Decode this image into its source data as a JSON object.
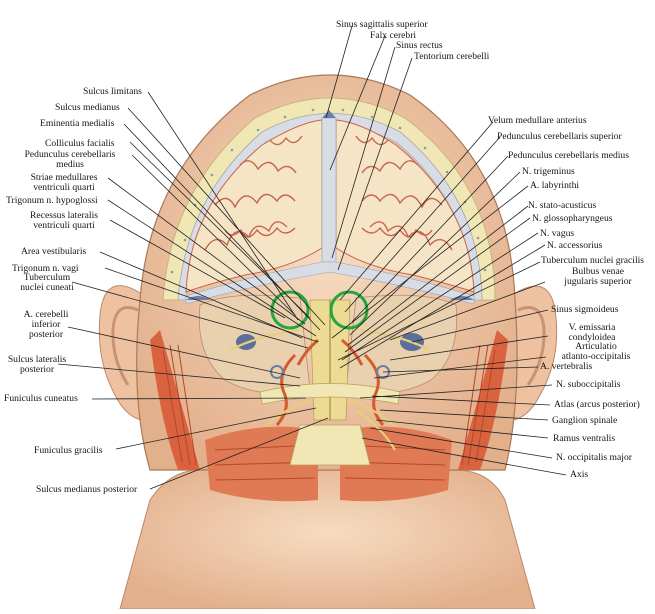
{
  "colors": {
    "skin": "#f2d3b4",
    "skin_shade": "#e6b48d",
    "bone": "#f1e7b5",
    "bone_dot": "#8a9aa8",
    "brain": "#f6e4c7",
    "gyrus_line": "#c7654e",
    "dura": "#d8dce4",
    "muscle": "#d9633f",
    "muscle_dark": "#b8452a",
    "artery": "#d55a2e",
    "nerve": "#eedb93",
    "vein": "#6a7ea8",
    "marker": "#22a83a",
    "leader": "#222222"
  },
  "markers": [
    {
      "name": "marker-circle-left"
    },
    {
      "name": "marker-circle-right"
    }
  ],
  "labels": {
    "sinus_sagittalis_superior": "Sinus sagittalis superior",
    "falx_cerebri": "Falx cerebri",
    "sinus_rectus": "Sinus rectus",
    "tentorium_cerebelli": "Tentorium cerebelli",
    "sulcus_limitans": "Sulcus limitans",
    "sulcus_medianus": "Sulcus medianus",
    "eminentia_medialis": "Eminentia medialis",
    "colliculus_facialis": "Colliculus facialis",
    "pedunculus_cerebellaris_medius_1": "Pedunculus cerebellaris",
    "pedunculus_cerebellaris_medius_2": "medius",
    "striae_medullares_1": "Striae medullares",
    "striae_medullares_2": "ventriculi quarti",
    "trigonum_n_hypoglossi": "Trigonum n. hypoglossi",
    "recessus_lateralis_1": "Recessus lateralis",
    "recessus_lateralis_2": "ventriculi quarti",
    "area_vestibularis": "Area vestibularis",
    "trigonum_n_vagi": "Trigonum n. vagi",
    "tuberculum_nuclei_cuneati_1": "Tuberculum",
    "tuberculum_nuclei_cuneati_2": "nuclei cuneati",
    "a_cerebelli_1": "A. cerebelli",
    "a_cerebelli_2": "inferior",
    "a_cerebelli_3": "posterior",
    "sulcus_lateralis_posterior_1": "Sulcus lateralis",
    "sulcus_lateralis_posterior_2": "posterior",
    "funiculus_cuneatus": "Funiculus cuneatus",
    "funiculus_gracilis": "Funiculus gracilis",
    "sulcus_medianus_posterior": "Sulcus medianus posterior",
    "velum_medullare_anterius": "Velum medullare anterius",
    "pedunculus_cerebellaris_superior": "Pedunculus cerebellaris superior",
    "pedunculus_cerebellaris_medius": "Pedunculus cerebellaris medius",
    "n_trigeminus": "N. trigeminus",
    "a_labyrinthi": "A. labyrinthi",
    "n_stato_acusticus": "N. stato-acusticus",
    "n_glossopharyngeus": "N. glossopharyngeus",
    "n_vagus": "N. vagus",
    "n_accessorius": "N. accessorius",
    "tuberculum_nuclei_gracilis": "Tuberculum nuclei gracilis",
    "bulbus_venae_1": "Bulbus venae",
    "bulbus_venae_2": "jugularis superior",
    "sinus_sigmoideus": "Sinus sigmoideus",
    "v_emissaria_1": "V. emissaria",
    "v_emissaria_2": "condyloidea",
    "articulatio_1": "Articulatio",
    "articulatio_2": "atlanto-occipitalis",
    "a_vertebralis": "A. vertebralis",
    "n_suboccipitalis": "N. suboccipitalis",
    "atlas": "Atlas (arcus posterior)",
    "ganglion_spinale": "Ganglion spinale",
    "ramus_ventralis": "Ramus ventralis",
    "n_occipitalis_major": "N. occipitalis major",
    "axis": "Axis"
  }
}
